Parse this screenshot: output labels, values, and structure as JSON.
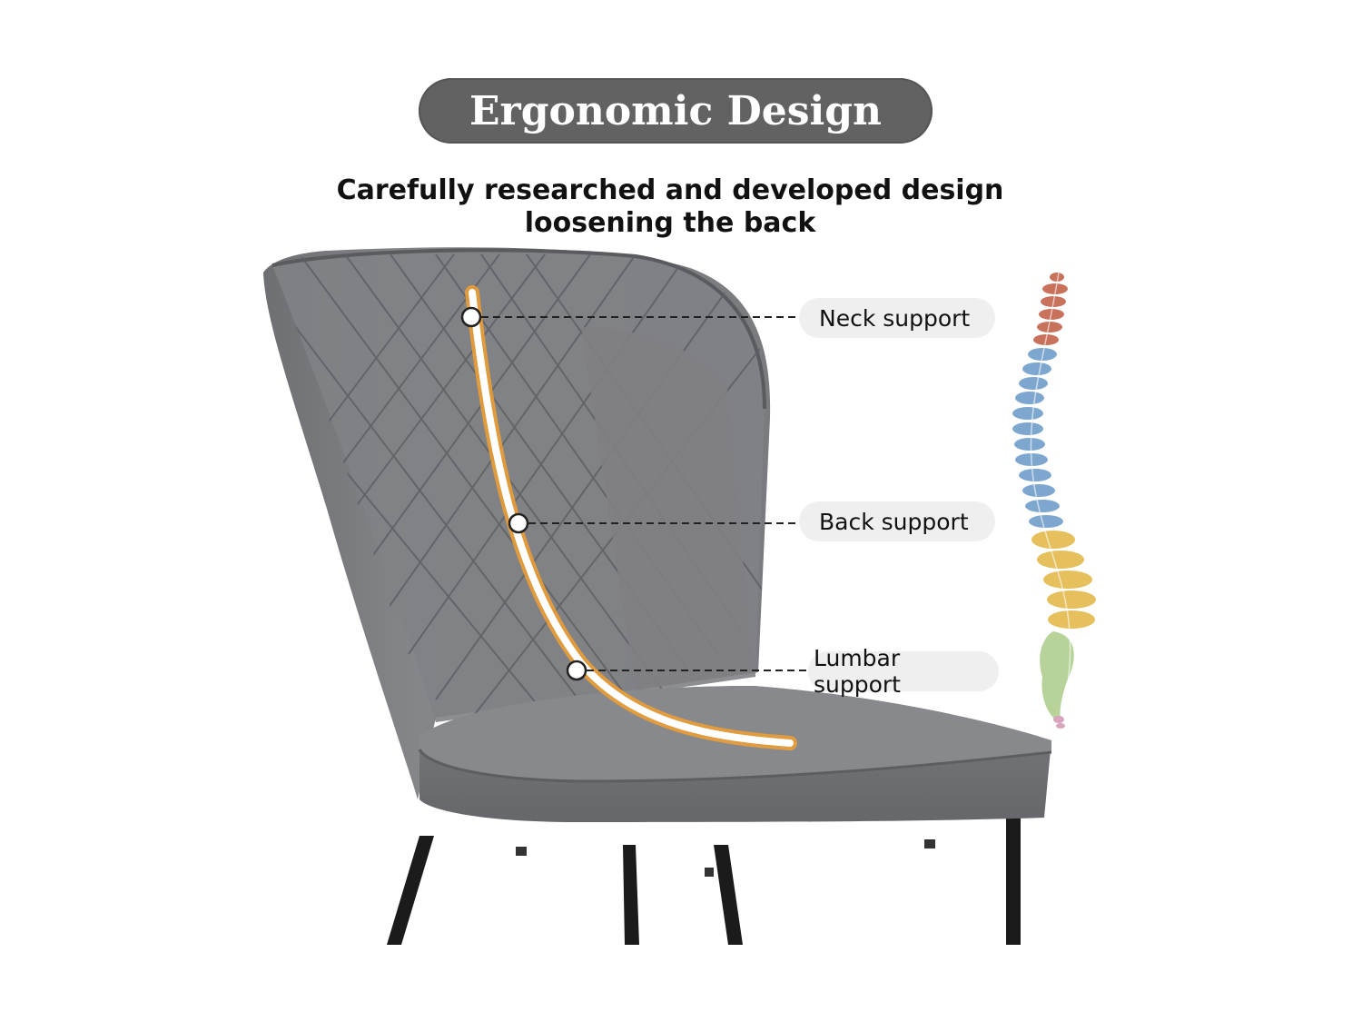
{
  "header": {
    "title": "Ergonomic Design",
    "subtitle_line1": "Carefully researched and developed design",
    "subtitle_line2": "loosening the back"
  },
  "callouts": [
    {
      "label": "Neck support"
    },
    {
      "label": "Back support"
    },
    {
      "label": "Lumbar support"
    }
  ],
  "colors": {
    "title_pill": "#626262",
    "chair_fabric": "#7d7e82",
    "curve_glow": "#f0a030",
    "spine_cervical": "#c8725c",
    "spine_thoracic": "#7ea7d0",
    "spine_lumbar": "#e6c05c",
    "spine_sacrum": "#b7d39a"
  }
}
